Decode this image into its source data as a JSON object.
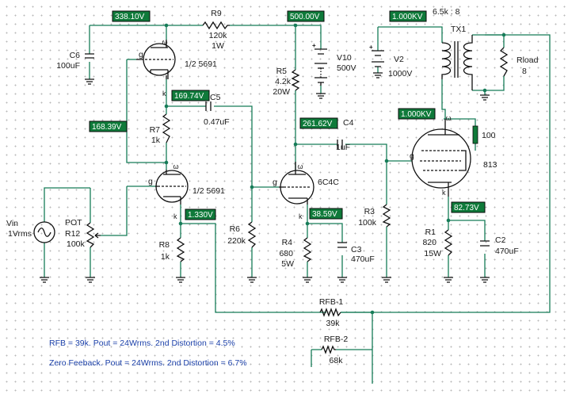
{
  "probes": {
    "v1": "338.10V",
    "v2": "500.00V",
    "v3": "1.000KV",
    "v4": "169.74V",
    "v5": "168.39V",
    "v6": "261.62V",
    "v7": "1.000KV",
    "v8": "1.330V",
    "v9": "38.59V",
    "v10": "82.73V"
  },
  "components": {
    "r9": {
      "name": "R9",
      "value": "120k",
      "power": "1W"
    },
    "c6": {
      "name": "C6",
      "value": "100uF"
    },
    "tube1": {
      "name": "1/2 5691"
    },
    "tube2": {
      "name": "1/2 5691"
    },
    "c5": {
      "name": "C5",
      "value": "0.47uF"
    },
    "r7": {
      "name": "R7",
      "value": "1k"
    },
    "r5": {
      "name": "R5",
      "value": "4.2k",
      "power": "20W"
    },
    "v10": {
      "name": "V10",
      "value": "500V"
    },
    "c4": {
      "name": "C4",
      "value": "1uF"
    },
    "tube3": {
      "name": "6C4C"
    },
    "v2": {
      "name": "V2",
      "value": "1000V"
    },
    "tx1": {
      "name": "TX1",
      "ratio": "6.5k : 8"
    },
    "rload": {
      "name": "Rload",
      "value": "8"
    },
    "tube4": {
      "name": "813",
      "extra": "100"
    },
    "vin": {
      "name": "Vin",
      "value": "1Vrms"
    },
    "pot": {
      "name": "POT",
      "ref": "R12",
      "value": "100k"
    },
    "r8": {
      "name": "R8",
      "value": "1k"
    },
    "r6": {
      "name": "R6",
      "value": "220k"
    },
    "r4": {
      "name": "R4",
      "value": "680",
      "power": "5W"
    },
    "c3": {
      "name": "C3",
      "value": "470uF"
    },
    "r3": {
      "name": "R3",
      "value": "100k"
    },
    "r1": {
      "name": "R1",
      "value": "820",
      "power": "15W"
    },
    "c2": {
      "name": "C2",
      "value": "470uF"
    },
    "rfb1": {
      "name": "RFB-1",
      "value": "39k"
    },
    "rfb2": {
      "name": "RFB-2",
      "value": "68k"
    }
  },
  "pins": {
    "grid": "g",
    "plate": "ω",
    "cathode": "k"
  },
  "notes": {
    "line1": "RFB = 39k. Pout = 24Wrms. 2nd Distortion = 4.5%",
    "line2": "Zero Feeback. Pout = 24Wrms. 2nd Distortion = 6.7%"
  },
  "colors": {
    "wire": "#167c58",
    "probe": "#0f7a3a",
    "note": "#1a3fa8"
  }
}
